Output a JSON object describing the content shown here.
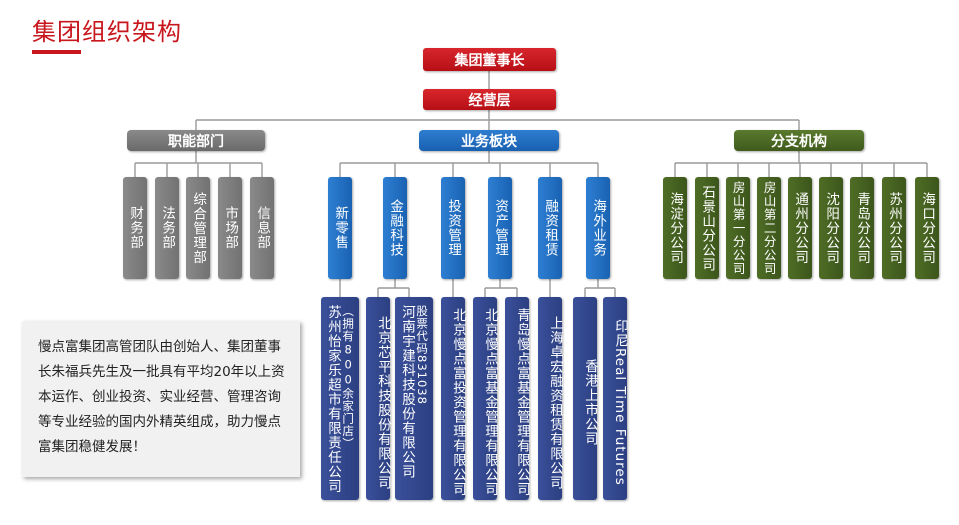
{
  "page_title": "集团组织架构",
  "chairman": "集团董事长",
  "management": "经营层",
  "groups": {
    "functional": {
      "label": "职能部门",
      "children": [
        "财务部",
        "法务部",
        "综合管理部",
        "市场部",
        "信息部"
      ]
    },
    "business": {
      "label": "业务板块",
      "children": [
        "新零售",
        "金融科技",
        "投资管理",
        "资产管理",
        "融资租赁",
        "海外业务"
      ]
    },
    "branches": {
      "label": "分支机构",
      "children": [
        "海淀分公司",
        "石景山分公司",
        "房山第一分公司",
        "房山第二分公司",
        "通州分公司",
        "沈阳分公司",
        "青岛分公司",
        "苏州分公司",
        "海口分公司"
      ]
    }
  },
  "companies": [
    {
      "name": "苏州怡家乐超市有限责任公司",
      "note": "（拥有800余家门店）"
    },
    {
      "name": "北京芯平科技股份有限公司",
      "note": ""
    },
    {
      "name": "河南宇建科技股份有限公司",
      "note": "股票代码831038"
    },
    {
      "name": "北京慢点富投资管理有限公司",
      "note": ""
    },
    {
      "name": "北京慢点富基金管理有限公司",
      "note": ""
    },
    {
      "name": "青岛慢点富基金管理有限公司",
      "note": ""
    },
    {
      "name": "上海卓宏融资租赁有限公司",
      "note": ""
    },
    {
      "name": "香港上市公司",
      "note": ""
    },
    {
      "name": "印尼Real Time Futures",
      "note": ""
    }
  ],
  "description": "慢点富集团高管团队由创始人、集团董事长朱福兵先生及一批具有平均20年以上资本运作、创业投资、实业经营、管理咨询等专业经验的国内外精英组成，助力慢点富集团稳健发展！",
  "colors": {
    "red": "#c8161d",
    "gray": "#7a7a7a",
    "blue": "#1f6dc0",
    "green": "#4a6a24",
    "navy": "#31468c"
  }
}
